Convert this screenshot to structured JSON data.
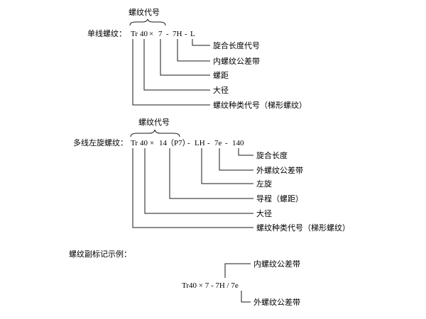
{
  "section1": {
    "bracket_label": "螺纹代号",
    "prefix": "单线螺纹：",
    "code": {
      "tr": "Tr",
      "d": "40",
      "x": "×",
      "p": "7",
      "dash1": "-",
      "tol": "7H",
      "dash2": "-",
      "len": "L"
    },
    "labels": [
      "旋合长度代号",
      "内螺纹公差带",
      "螺距",
      "大径",
      "螺纹种类代号（梯形螺纹）"
    ]
  },
  "section2": {
    "bracket_label": "螺纹代号",
    "prefix": "多线左旋螺纹：",
    "code": {
      "tr": "Tr",
      "d": "40",
      "x": "×",
      "ph": "14",
      "p": "（P7）",
      "dash1": "-",
      "lh": "LH",
      "dash2": "-",
      "tol": "7e",
      "dash3": "-",
      "len": "140"
    },
    "labels": [
      "旋合长度",
      "外螺纹公差带",
      "左旋",
      "导程（螺距）",
      "大径",
      "螺纹种类代号（梯形螺纹）"
    ]
  },
  "section3": {
    "title": "螺纹副标记示例：",
    "code": "Tr40 × 7 - 7H / 7e",
    "top_label": "内螺纹公差带",
    "bottom_label": "外螺纹公差带"
  }
}
